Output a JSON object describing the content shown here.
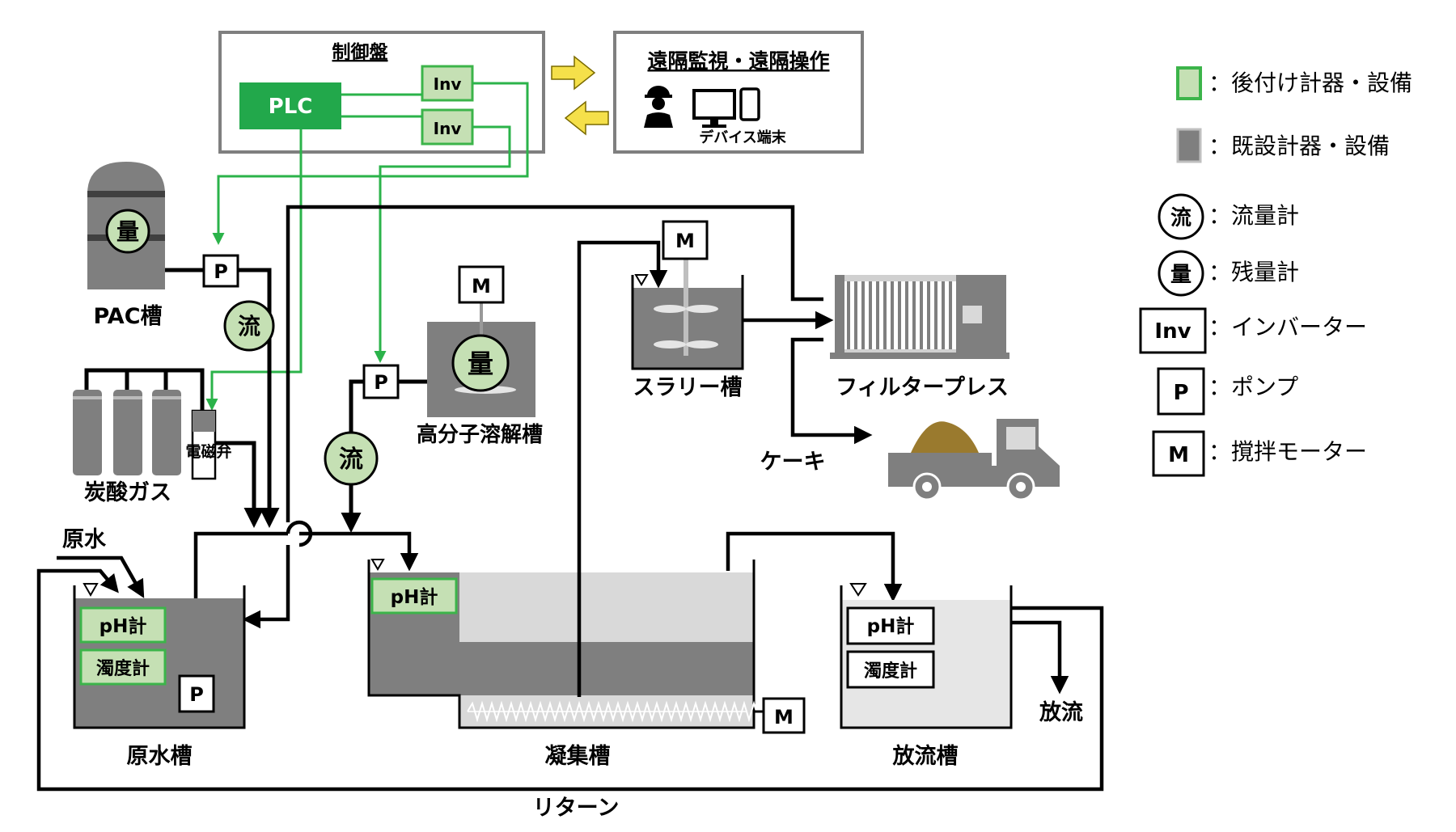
{
  "control_panel": {
    "title": "制御盤",
    "plc": "PLC",
    "inv1": "Inv",
    "inv2": "Inv"
  },
  "remote": {
    "title": "遠隔監視・遠隔操作",
    "device": "デバイス端末"
  },
  "equipment": {
    "pac_tank": "PAC槽",
    "pac_level": "量",
    "pac_pump": "P",
    "pac_flow": "流",
    "co2": "炭酸ガス",
    "solenoid": "電磁弁",
    "polymer_tank": "高分子溶解槽",
    "polymer_motor": "M",
    "polymer_level": "量",
    "polymer_pump": "P",
    "polymer_flow": "流",
    "slurry_tank": "スラリー槽",
    "slurry_motor": "M",
    "filter_press": "フィルタープレス",
    "cake": "ケーキ",
    "raw_water": "原水",
    "raw_tank": "原水槽",
    "raw_ph": "pH計",
    "raw_turbidity": "濁度計",
    "raw_pump": "P",
    "coag_tank": "凝集槽",
    "coag_ph": "pH計",
    "coag_motor": "M",
    "discharge_tank": "放流槽",
    "discharge_ph": "pH計",
    "discharge_turbidity": "濁度計",
    "discharge": "放流",
    "return": "リターン"
  },
  "legend": {
    "retrofit": "：後付け計器・設備",
    "existing": "：既設計器・設備",
    "flow_symbol": "流",
    "flow": "：流量計",
    "level_symbol": "量",
    "level": "：残量計",
    "inv_symbol": "Inv",
    "inverter": "：インバーター",
    "pump_symbol": "P",
    "pump": "：ポンプ",
    "motor_symbol": "M",
    "motor": "：撹拌モーター"
  },
  "colors": {
    "retrofit_fill": "#c5e0b4",
    "retrofit_border": "#3cb44a",
    "plc": "#22a84b",
    "existing": "#7f7f7f",
    "signal_line": "#2bb34a",
    "arrow_yellow": "#f5e04a"
  }
}
